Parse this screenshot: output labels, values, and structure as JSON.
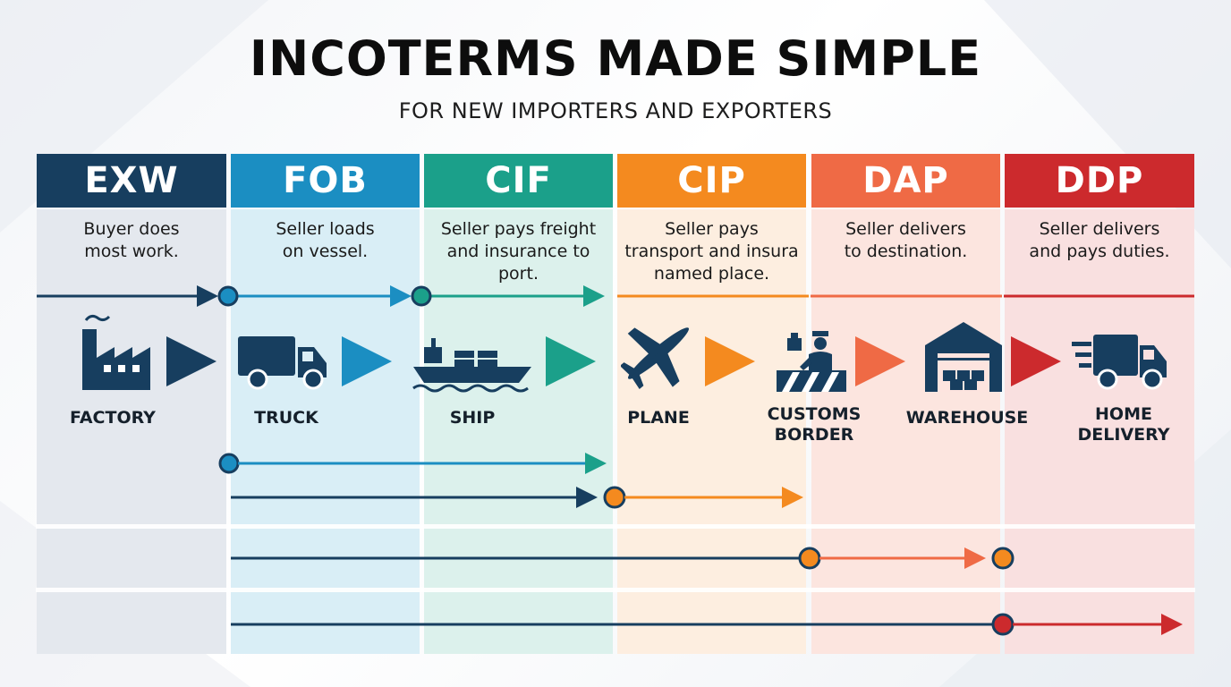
{
  "header": {
    "title": "INCOTERMS MADE SIMPLE",
    "subtitle": "FOR NEW IMPORTERS AND EXPORTERS"
  },
  "terms": [
    {
      "code": "EXW",
      "desc": "Buyer does\nmost work.",
      "color": "#173e5f",
      "tint": "#e4e8ee"
    },
    {
      "code": "FOB",
      "desc": "Seller loads\non vessel.",
      "color": "#1b8ec2",
      "tint": "#d9eef6"
    },
    {
      "code": "CIF",
      "desc": "Seller pays freight\nand insurance to\nport.",
      "color": "#1ba08a",
      "tint": "#dcf1ec"
    },
    {
      "code": "CIP",
      "desc": "Seller pays\ntransport and insura\nnamed place.",
      "color": "#f48a1f",
      "tint": "#fdeee0"
    },
    {
      "code": "DAP",
      "desc": "Seller delivers\nto destination.",
      "color": "#ef6a45",
      "tint": "#fce5df"
    },
    {
      "code": "DDP",
      "desc": "Seller delivers\nand pays duties.",
      "color": "#cc2a2d",
      "tint": "#f9e0e0"
    }
  ],
  "stages": [
    {
      "label": "FACTORY",
      "icon": "factory-icon"
    },
    {
      "label": "TRUCK",
      "icon": "truck-icon"
    },
    {
      "label": "SHIP",
      "icon": "ship-icon"
    },
    {
      "label": "PLANE",
      "icon": "plane-icon"
    },
    {
      "label": "CUSTOMS\nBORDER",
      "icon": "customs-officer-icon"
    },
    {
      "label": "WAREHOUSE",
      "icon": "warehouse-icon"
    },
    {
      "label": "HOME\nDELIVERY",
      "icon": "delivery-truck-icon"
    }
  ],
  "colors": {
    "navy": "#173e5f",
    "separator": "#ffffff"
  }
}
